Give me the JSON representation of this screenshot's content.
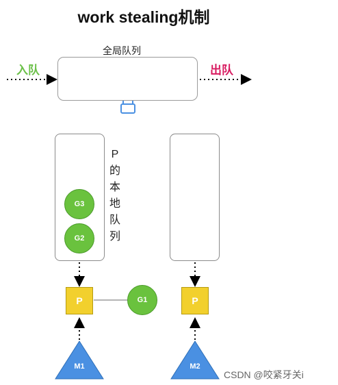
{
  "title": "work stealing机制",
  "global_queue": {
    "label": "全局队列"
  },
  "enqueue_label": "入队",
  "dequeue_label": "出队",
  "local_queue_label": [
    "P",
    "的",
    "本",
    "地",
    "队",
    "列"
  ],
  "goroutines": {
    "g1": "G1",
    "g2": "G2",
    "g3": "G3"
  },
  "processors": {
    "p1": "P",
    "p2": "P"
  },
  "machines": {
    "m1": "M1",
    "m2": "M2"
  },
  "watermark": "CSDN @咬紧牙关i",
  "colors": {
    "goroutine": "#6ac23e",
    "processor": "#f2d02d",
    "machine": "#4a90e2",
    "enqueue": "#6cc04a",
    "dequeue": "#d81b60",
    "lock": "#4a90e2"
  }
}
